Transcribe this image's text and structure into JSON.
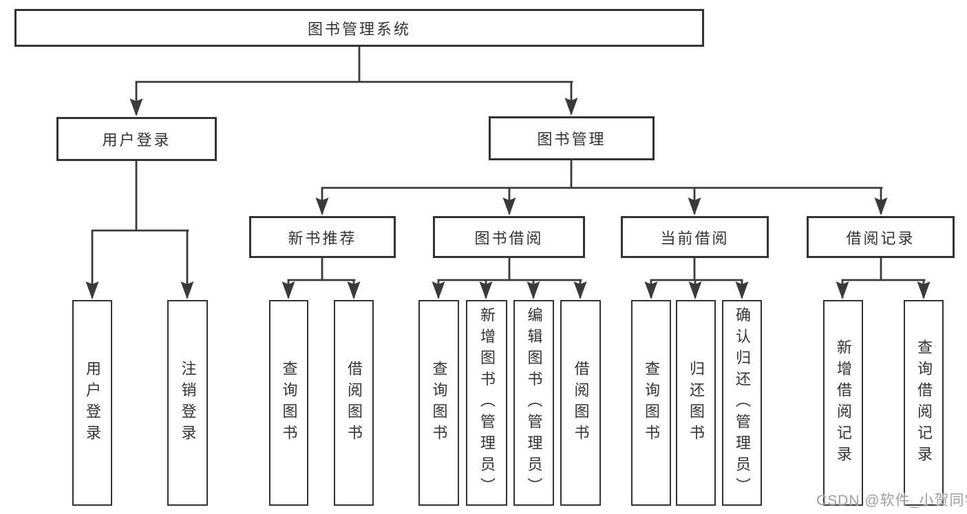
{
  "diagram_type": "hierarchy-tree",
  "colors": {
    "line": "#3a3a3a",
    "border": "#333333",
    "text": "#333333",
    "background": "#ffffff",
    "watermark": "#9e9e9e"
  },
  "tree": {
    "label": "图书管理系统",
    "children": [
      {
        "label": "用户登录",
        "children": [
          {
            "label": "用户登录"
          },
          {
            "label": "注销登录"
          }
        ]
      },
      {
        "label": "图书管理",
        "children": [
          {
            "label": "新书推荐",
            "children": [
              {
                "label": "查询图书"
              },
              {
                "label": "借阅图书"
              }
            ]
          },
          {
            "label": "图书借阅",
            "children": [
              {
                "label": "查询图书"
              },
              {
                "label": "新增图书（管理员）"
              },
              {
                "label": "编辑图书（管理员）"
              },
              {
                "label": "借阅图书"
              }
            ]
          },
          {
            "label": "当前借阅",
            "children": [
              {
                "label": "查询图书"
              },
              {
                "label": "归还图书"
              },
              {
                "label": "确认归还（管理员）"
              }
            ]
          },
          {
            "label": "借阅记录",
            "children": [
              {
                "label": "新增借阅记录"
              },
              {
                "label": "查询借阅记录"
              }
            ]
          }
        ]
      }
    ]
  },
  "watermark": "CSDN @软件_小贺同学"
}
